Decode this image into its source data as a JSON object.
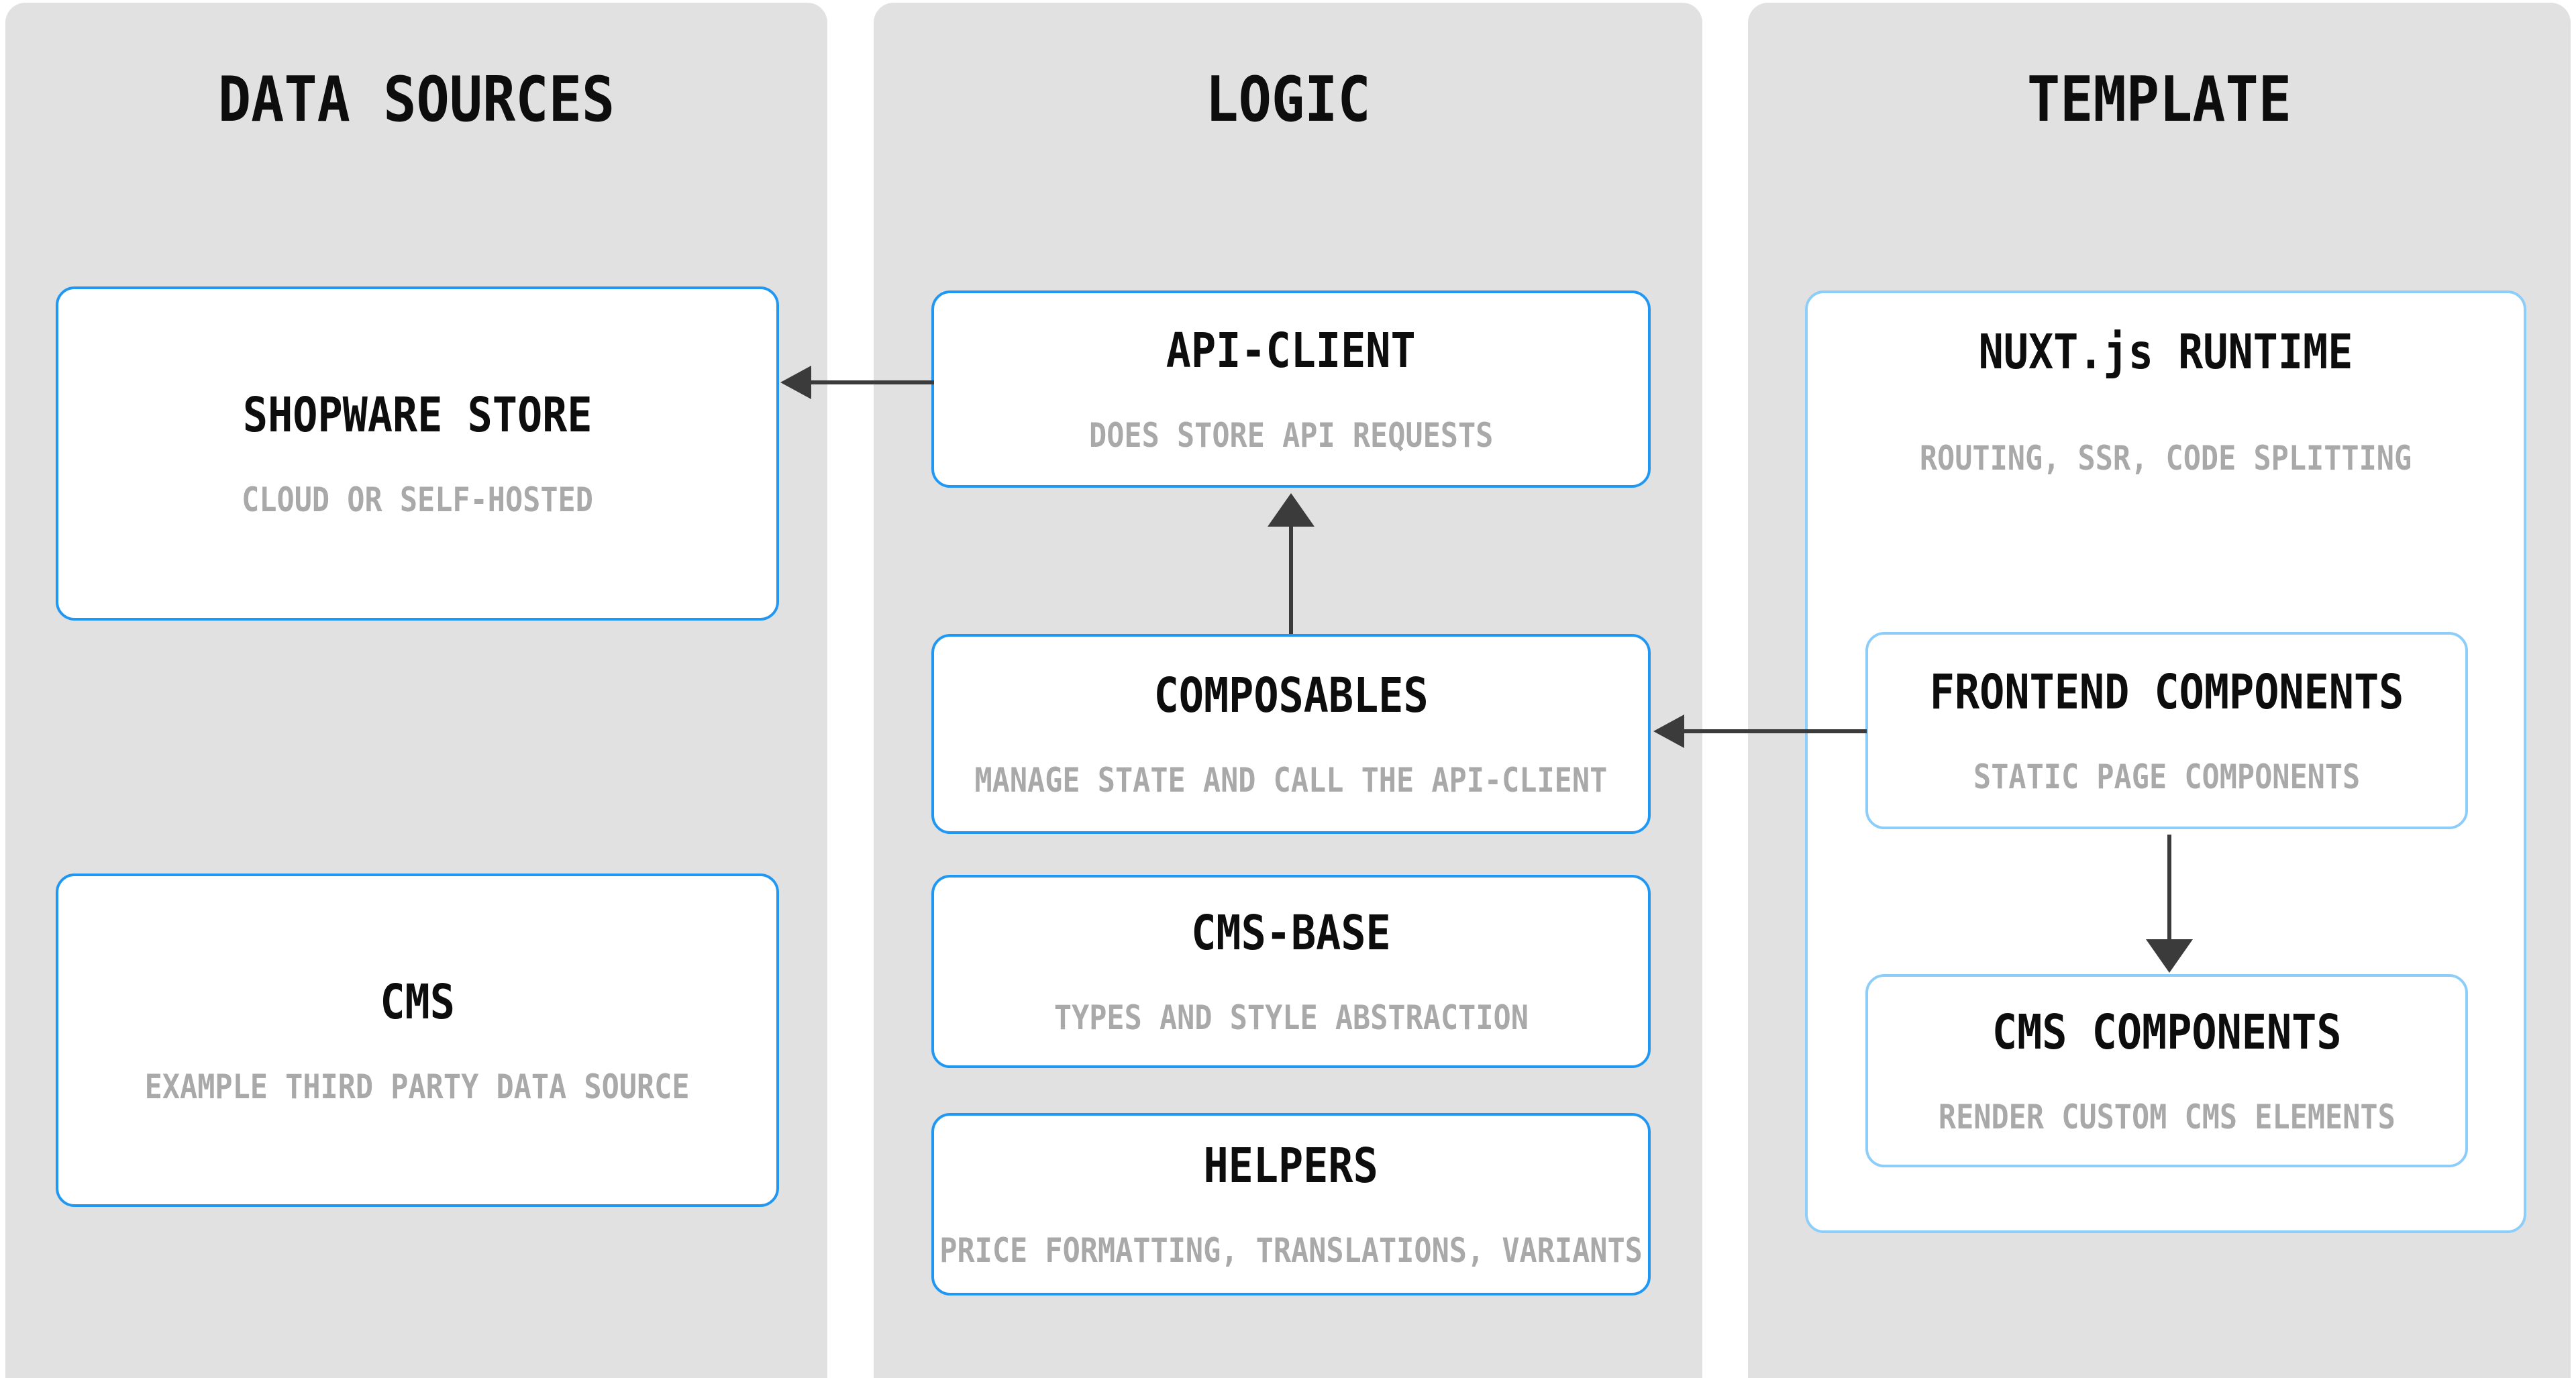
{
  "colors": {
    "page_bg": "#ffffff",
    "panel_gray": "#e1e1e1",
    "box_bg": "#ffffff",
    "accent_blue": "#2098f3",
    "light_blue": "#8dcdf9",
    "title_black": "#0d0d0d",
    "subtitle_gray": "#a9a9a9",
    "arrow_dark": "#3b3b3b"
  },
  "panels": {
    "data_sources": {
      "title": "DATA SOURCES",
      "boxes": {
        "shopware": {
          "title": "SHOPWARE STORE",
          "subtitle": "CLOUD OR SELF-HOSTED"
        },
        "cms": {
          "title": "CMS",
          "subtitle": "EXAMPLE THIRD PARTY DATA SOURCE"
        }
      }
    },
    "logic": {
      "title": "LOGIC",
      "boxes": {
        "api_client": {
          "title": "API-CLIENT",
          "subtitle": "DOES STORE API REQUESTS"
        },
        "composables": {
          "title": "COMPOSABLES",
          "subtitle": "MANAGE STATE AND CALL THE API-CLIENT"
        },
        "cms_base": {
          "title": "CMS-BASE",
          "subtitle": "TYPES AND STYLE ABSTRACTION"
        },
        "helpers": {
          "title": "HELPERS",
          "subtitle": "PRICE FORMATTING, TRANSLATIONS, VARIANTS"
        }
      }
    },
    "template": {
      "title": "TEMPLATE",
      "boxes": {
        "nuxt_runtime": {
          "title": "NUXT.js RUNTIME",
          "subtitle": "ROUTING, SSR, CODE SPLITTING"
        },
        "frontend_components": {
          "title": "FRONTEND COMPONENTS",
          "subtitle": "STATIC PAGE COMPONENTS"
        },
        "cms_components": {
          "title": "CMS COMPONENTS",
          "subtitle": "RENDER CUSTOM CMS ELEMENTS"
        }
      }
    }
  },
  "arrows": [
    {
      "id": "api-client-to-shopware-store",
      "direction": "left"
    },
    {
      "id": "composables-to-api-client",
      "direction": "up"
    },
    {
      "id": "frontend-components-to-composables",
      "direction": "left"
    },
    {
      "id": "frontend-components-to-cms-components",
      "direction": "down"
    }
  ]
}
